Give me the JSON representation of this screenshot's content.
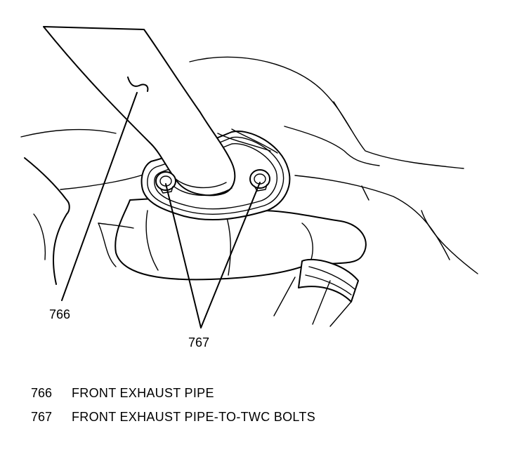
{
  "callouts": {
    "pipe_number": "766",
    "bolts_number": "767"
  },
  "legend": {
    "items": [
      {
        "number": "766",
        "text": "FRONT EXHAUST PIPE"
      },
      {
        "number": "767",
        "text": "FRONT EXHAUST PIPE-TO-TWC BOLTS"
      }
    ]
  }
}
